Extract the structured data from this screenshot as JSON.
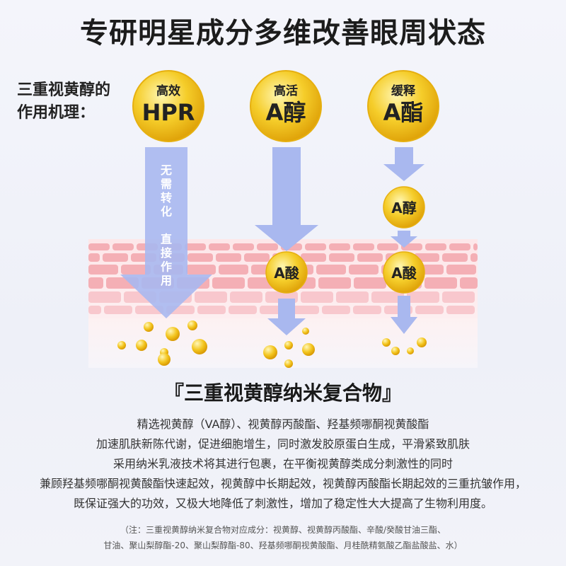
{
  "title": "专研明星成分多维改善眼周状态",
  "mechanism": {
    "line1": "三重视黄醇的",
    "line2": "作用机理："
  },
  "bubbles": {
    "hpr_small": "高效",
    "hpr_big": "HPR",
    "ra_small": "高活",
    "ra_big": "A醇",
    "ae_small": "缓释",
    "ae_big": "A酯",
    "mid_ra": "A醇",
    "acid1": "A酸",
    "acid2": "A酸"
  },
  "vertical_label": [
    "无",
    "需",
    "转",
    "化",
    "",
    "直",
    "接",
    "作",
    "用"
  ],
  "subtitle": "『三重视黄醇纳米复合物』",
  "description": [
    "精选视黄醇（VA醇）、视黄醇丙酸酯、羟基频哪酮视黄酸酯",
    "加速肌肤新陈代谢，促进细胞增生，同时激发胶原蛋白生成，平滑紧致肌肤",
    "采用纳米乳液技术将其进行包裹，在平衡视黄醇类成分刺激性的同时",
    "兼顾羟基频哪酮视黄酸酯快速起效，视黄醇中长期起效，视黄醇丙酸酯长期起效的三重抗皱作用，",
    "既保证强大的功效，又极大地降低了刺激性，增加了稳定性大大提高了生物利用度。"
  ],
  "note": [
    "（注：三重视黄醇纳米复合物对应成分：视黄醇、视黄醇丙酸酯、辛酸/癸酸甘油三酯、",
    "甘油、聚山梨醇酯-20、聚山梨醇酯-80、羟基频哪酮视黄酸酯、月桂酰精氨酸乙酯盐酸盐、水）"
  ],
  "colors": {
    "arrow": "#a9b8ef",
    "skin_cell": "#f4a9b0",
    "skin_bg": "#fbe1e3",
    "gold": "#f2c21a"
  }
}
